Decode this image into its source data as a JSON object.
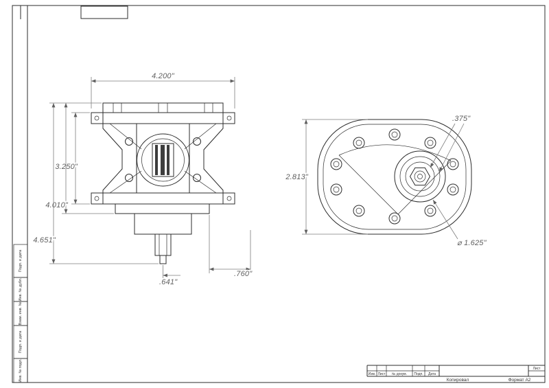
{
  "frame": {
    "copy_label": "Копировал",
    "format_label": "Формат А2",
    "sheet_cell_label": "Лист",
    "title_block_cells": [
      "Изм.",
      "Лист",
      "№ докум.",
      "Подп.",
      "Дата"
    ],
    "left_strip_labels": [
      "Подп. и дата",
      "Инв. № дубл.",
      "Взам. инв. №",
      "Подп. и дата",
      "Инв. № подл."
    ]
  },
  "side_view": {
    "dim_overall_width": "4.200\"",
    "dim_body_height": "3.250\"",
    "dim_mount_height": "4.010\"",
    "dim_overall_height": "4.651\"",
    "dim_shaft_offset": ".641\"",
    "dim_port_offset": ".760\""
  },
  "front_view": {
    "dim_body_height": "2.813\"",
    "dim_hex_flats": ".375\"",
    "dim_pilot_diameter": "⌀ 1.625\""
  }
}
